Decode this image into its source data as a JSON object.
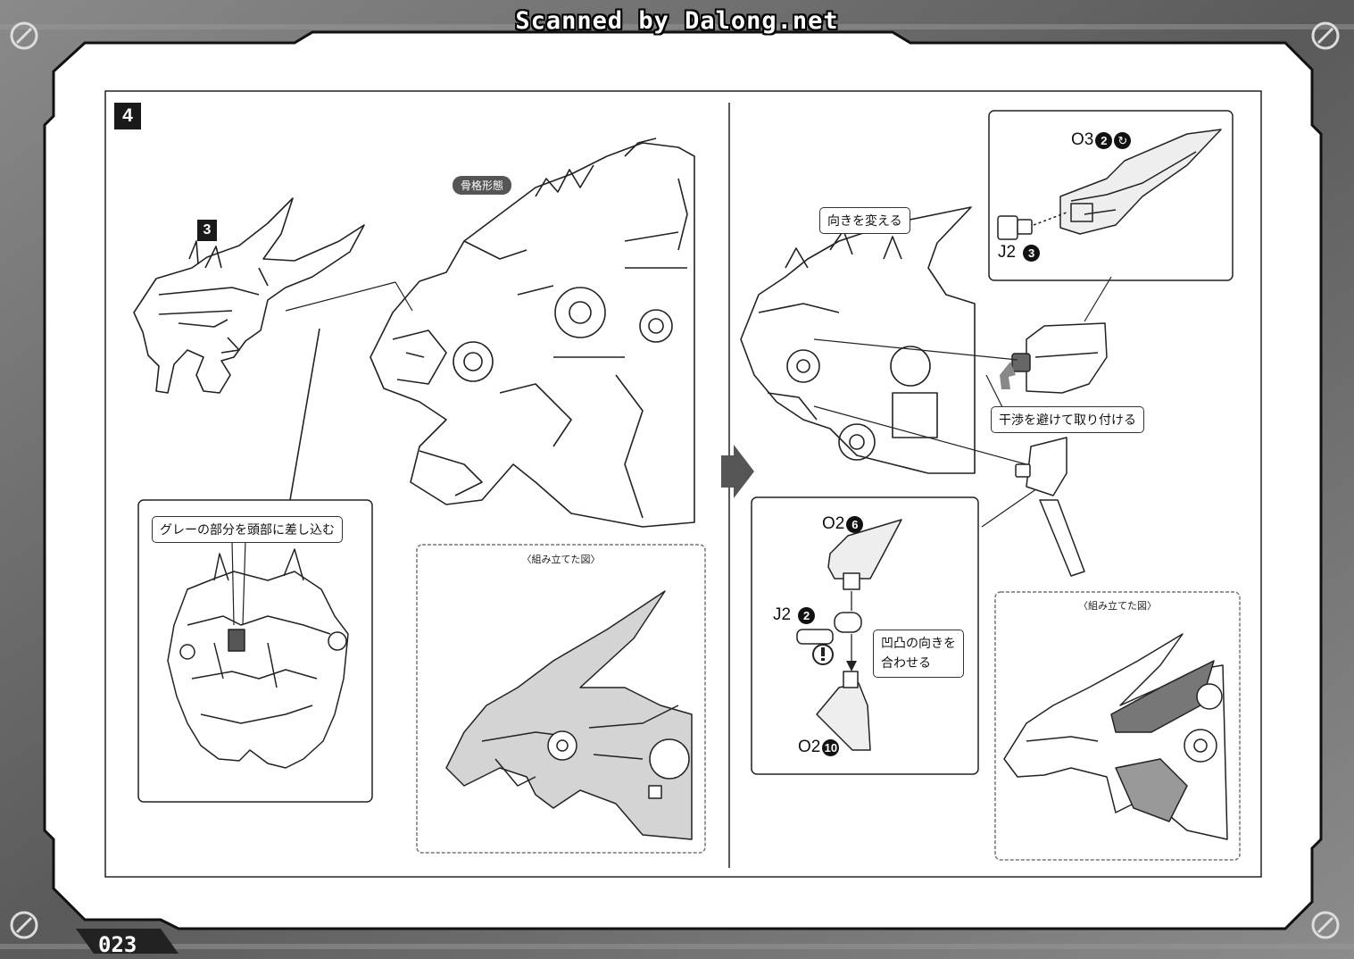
{
  "watermark": "Scanned by Dalong.net",
  "page_number": "023",
  "step": {
    "number": "4",
    "sub_step_ref": "3"
  },
  "labels": {
    "skeleton_mode": "骨格形態",
    "insert_gray": "グレーの部分を頭部に差し込む",
    "assembled_view": "〈組み立てた図〉",
    "change_direction": "向きを変える",
    "avoid_interference": "干渉を避けて取り付ける",
    "align_line1": "凹凸の向きを",
    "align_line2": "合わせる"
  },
  "parts": {
    "o3": {
      "code": "O3",
      "num": "2"
    },
    "j2_top": {
      "code": "J2",
      "num": "3"
    },
    "o2_top": {
      "code": "O2",
      "num": "6"
    },
    "j2_mid": {
      "code": "J2",
      "num": "2"
    },
    "o2_bottom": {
      "code": "O2",
      "num": "10"
    }
  },
  "colors": {
    "frame_dark": "#3a3a3a",
    "page_white": "#ffffff",
    "line": "#222222",
    "accent_gray": "#888888"
  }
}
